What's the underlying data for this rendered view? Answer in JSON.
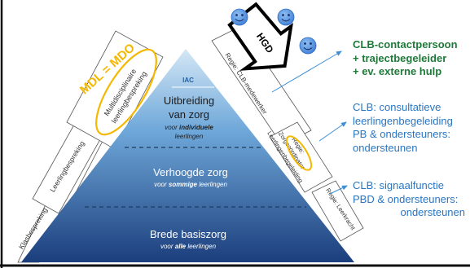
{
  "pyramid": {
    "iac_label": "IAC",
    "levels": [
      {
        "title_lines": [
          "Uitbreiding",
          "van zorg"
        ],
        "sub_lines": [
          [
            "voor ",
            "individuele"
          ],
          [
            "leerlingen",
            ""
          ]
        ]
      },
      {
        "title_lines": [
          "Verhoogde zorg"
        ],
        "sub_lines": [
          [
            "voor ",
            "sommige",
            " leerlingen"
          ]
        ]
      },
      {
        "title_lines": [
          "Brede basiszorg"
        ],
        "sub_lines": [
          [
            "voor ",
            "alle",
            " leerlingen"
          ]
        ]
      }
    ]
  },
  "left_side": {
    "boxes": [
      "Klasbespreking",
      "Leerlingbespreking",
      "Multidisciplinaire leerlingbespreking"
    ],
    "multi_lines": [
      "Multidisciplinaire",
      "leerlingbespreking"
    ],
    "annotation": "MDL = MDO"
  },
  "right_side": {
    "boxes": [
      "Regie: CLB-medewerker",
      "Regie: Zorgcoördinator Leerlingenbegeleiding",
      "Regie: Leerkracht"
    ],
    "middle_lines": [
      "Regie:",
      "Zorgcoördinator",
      "Leerlingenbegeleiding"
    ]
  },
  "hgd_label": "HGD",
  "descriptions": [
    {
      "lines": [
        "CLB-contactpersoon",
        "+ trajectbegeleider",
        "+ ev. externe hulp"
      ],
      "color": "#1f7a3a",
      "bold": true
    },
    {
      "lines": [
        "CLB: consultatieve",
        "leerlingenbegeleiding",
        "PB & ondersteuners:",
        "ondersteunen"
      ],
      "color": "#2a76c2",
      "bold": false
    },
    {
      "lines": [
        "CLB: signaalfunctie",
        "PBD & ondersteuners:",
        "ondersteunen"
      ],
      "color": "#2a76c2",
      "bold": false
    }
  ],
  "colors": {
    "pyramid_top": "#d4e7f5",
    "pyramid_bottom": "#1b3e7c",
    "annotation": "#f5b800",
    "arrow": "#3a8fd6",
    "smiley": "#4a8ee0"
  }
}
